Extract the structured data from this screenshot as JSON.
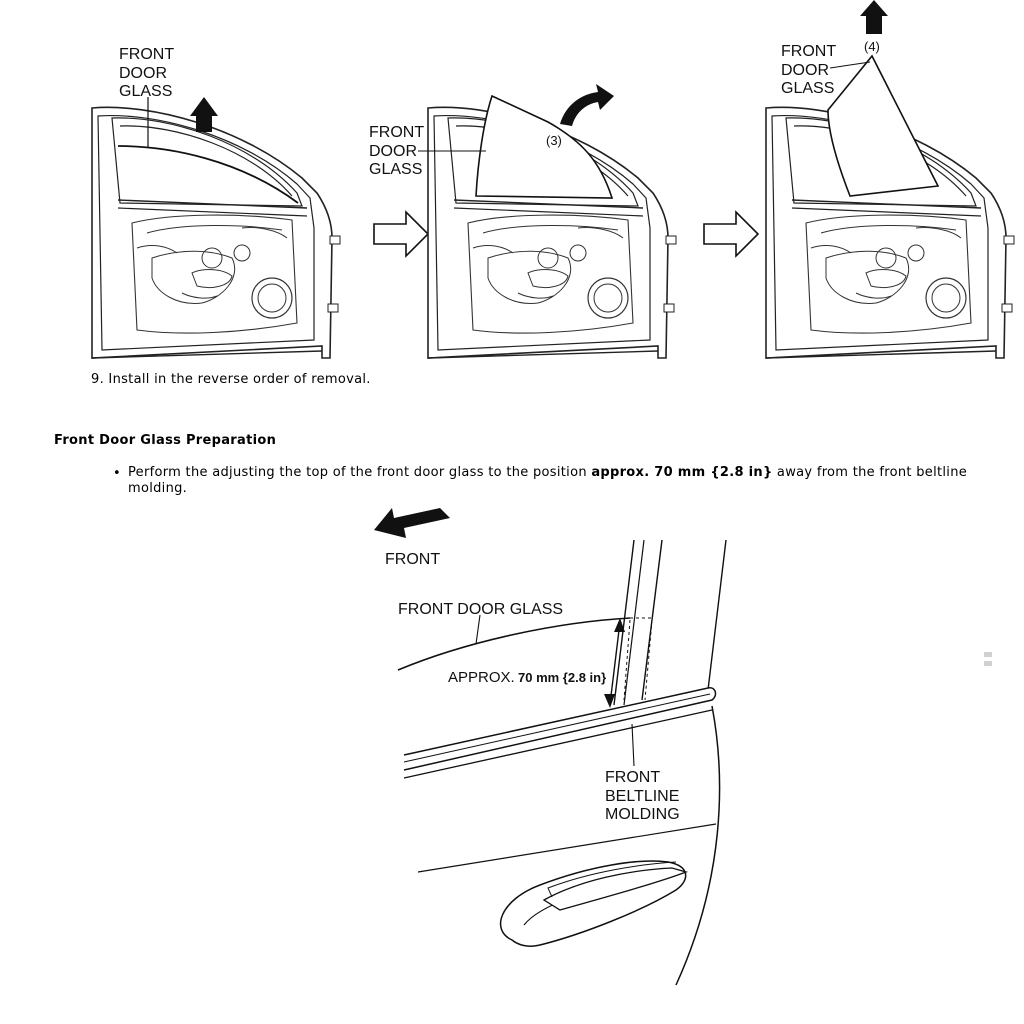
{
  "figure1": {
    "panel1_label": [
      "FRONT",
      "DOOR",
      "GLASS"
    ],
    "panel2_label": [
      "FRONT",
      "DOOR",
      "GLASS"
    ],
    "panel2_callout": "(3)",
    "panel3_label": [
      "FRONT",
      "DOOR",
      "GLASS"
    ],
    "panel3_callout": "(4)"
  },
  "step9": "9. Install in the reverse order of removal.",
  "section_title": "Front Door Glass Preparation",
  "bullet": {
    "prefix": "Perform the adjusting the top of the front door glass to the position ",
    "bold": "approx. 70 mm {2.8 in}",
    "suffix": " away from the front beltline molding."
  },
  "figure2": {
    "front_label": "FRONT",
    "glass_label": "FRONT DOOR GLASS",
    "approx_prefix": "APPROX.",
    "approx_value": "70 mm {2.8 in}",
    "molding_label": [
      "FRONT",
      "BELTLINE",
      "MOLDING"
    ]
  }
}
